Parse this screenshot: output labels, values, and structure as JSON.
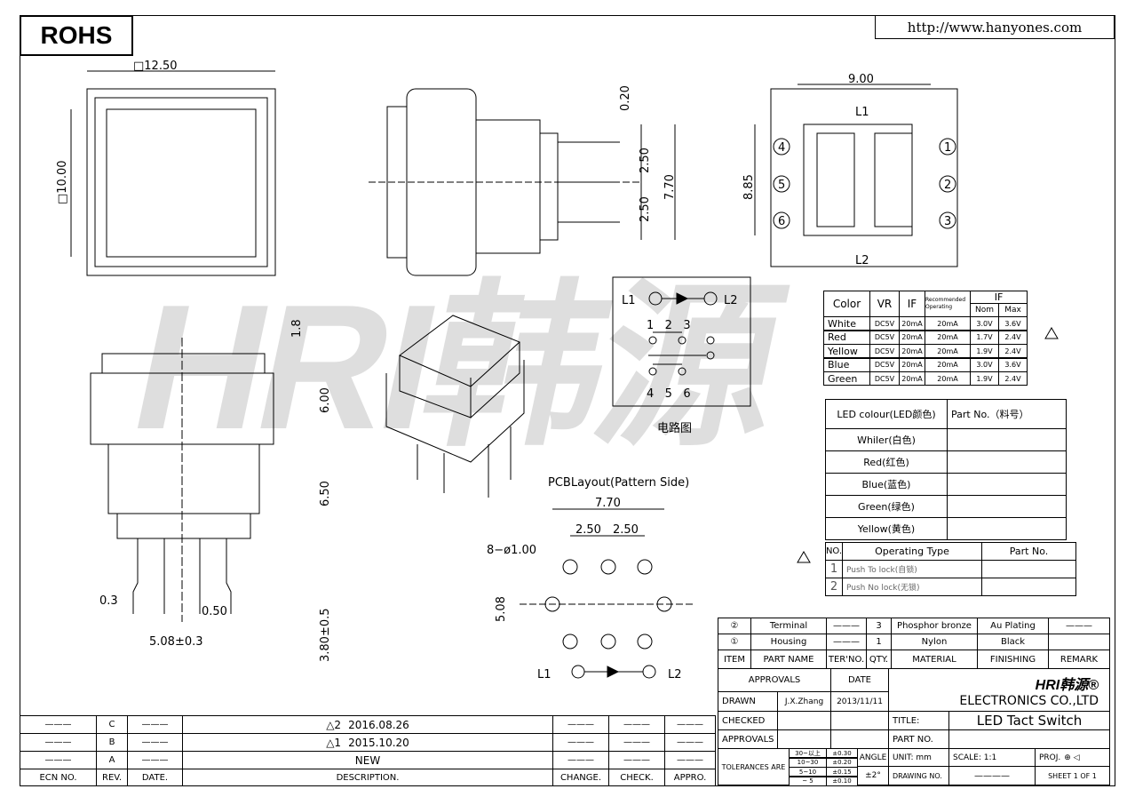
{
  "header": {
    "rohs": "ROHS",
    "url": "http://www.hanyones.com"
  },
  "watermark": "HRI韩源",
  "front_view": {
    "width": "□12.50",
    "height": "□10.00"
  },
  "side_view": {
    "d1": "0.20",
    "d2": "2.50",
    "d3": "2.50",
    "d4": "7.70"
  },
  "top_view": {
    "width": "9.00",
    "height": "8.85",
    "l1": "L1",
    "l2": "L2",
    "pins": [
      "1",
      "2",
      "3",
      "4",
      "5",
      "6"
    ]
  },
  "section_view": {
    "d1": "1.8",
    "d2": "6.00",
    "d3": "6.50",
    "d4": "3.80±0.5",
    "d5": "0.3",
    "d6": "0.50",
    "d7": "5.08±0.3"
  },
  "circuit": {
    "l1": "L1",
    "l2": "L2",
    "top_pins": "1   2   3",
    "bottom_pins": "4   5   6",
    "caption": "电路图"
  },
  "pcb": {
    "title": "PCBLayout(Pattern Side)",
    "d1": "7.70",
    "d2": "2.50",
    "d3": "2.50",
    "hole": "8−ø1.00",
    "d4": "5.08",
    "l1": "L1",
    "l2": "L2"
  },
  "led_table": {
    "headers": {
      "color": "Color",
      "vr": "VR",
      "if": "IF",
      "rec": "Recommended Operating",
      "if_group": "IF",
      "nom": "Nom",
      "max": "Max"
    },
    "rows": [
      {
        "color": "White",
        "vr": "DC5V",
        "if": "20mA",
        "rec": "20mA",
        "nom": "3.0V",
        "max": "3.6V"
      },
      {
        "color": "Red",
        "vr": "DC5V",
        "if": "20mA",
        "rec": "20mA",
        "nom": "1.7V",
        "max": "2.4V"
      },
      {
        "color": "Yellow",
        "vr": "DC5V",
        "if": "20mA",
        "rec": "20mA",
        "nom": "1.9V",
        "max": "2.4V"
      },
      {
        "color": "Blue",
        "vr": "DC5V",
        "if": "20mA",
        "rec": "20mA",
        "nom": "3.0V",
        "max": "3.6V"
      },
      {
        "color": "Green",
        "vr": "DC5V",
        "if": "20mA",
        "rec": "20mA",
        "nom": "1.9V",
        "max": "2.4V"
      }
    ]
  },
  "colour_table": {
    "h1": "LED colour(LED颜色)",
    "h2": "Part No.（料号）",
    "rows": [
      "Whiler(白色)",
      "Red(红色)",
      "Blue(蓝色)",
      "Green(绿色)",
      "Yellow(黄色)"
    ]
  },
  "op_table": {
    "h0": "NO.",
    "h1": "Operating Type",
    "h2": "Part No.",
    "rows": [
      {
        "no": "1",
        "type": "Push To lock(自锁)"
      },
      {
        "no": "2",
        "type": "Push No lock(无锁)"
      }
    ]
  },
  "materials": {
    "rows": [
      {
        "item": "②",
        "name": "Terminal",
        "ter": "———",
        "qty": "3",
        "material": "Phosphor bronze",
        "finish": "Au Plating",
        "remark": "———"
      },
      {
        "item": "①",
        "name": "Housing",
        "ter": "———",
        "qty": "1",
        "material": "Nylon",
        "finish": "Black",
        "remark": ""
      }
    ],
    "header": {
      "item": "ITEM",
      "name": "PART NAME",
      "ter": "TER'NO.",
      "qty": "QTY.",
      "material": "MATERIAL",
      "finish": "FINISHING",
      "remark": "REMARK"
    }
  },
  "title_block": {
    "approvals": "APPROVALS",
    "date": "DATE",
    "drawn": "DRAWN",
    "drawn_by": "J.X.Zhang",
    "drawn_date": "2013/11/11",
    "checked": "CHECKED",
    "approvals2": "APPROVALS",
    "logo": "HRI韩源®",
    "company": "ELECTRONICS  CO.,LTD",
    "title_label": "TITLE:",
    "title": "LED Tact Switch",
    "part_no_label": "PART NO.",
    "tolerances": "TOLERANCES ARE",
    "tol_ranges": [
      "30~以上",
      "10~30",
      "5~10",
      "~ 5"
    ],
    "tol_values": [
      "±0.30",
      "±0.20",
      "±0.15",
      "±0.10"
    ],
    "angle": "ANGLE",
    "angle_value": "±2°",
    "unit": "UNIT:  mm",
    "scale": "SCALE:   1:1",
    "proj": "PROJ.",
    "drawing_no": "DRAWING NO.",
    "drawing_no_value": "————",
    "sheet": "SHEET   1  OF  1"
  },
  "revisions": {
    "header": {
      "ecn": "ECN NO.",
      "rev": "REV.",
      "date": "DATE.",
      "desc": "DESCRIPTION.",
      "change": "CHANGE.",
      "check": "CHECK.",
      "appro": "APPRO."
    },
    "rows": [
      {
        "rev": "C",
        "mark": "2",
        "desc": "2016.08.26"
      },
      {
        "rev": "B",
        "mark": "1",
        "desc": "2015.10.20"
      },
      {
        "rev": "A",
        "mark": "",
        "desc": "NEW"
      }
    ]
  }
}
